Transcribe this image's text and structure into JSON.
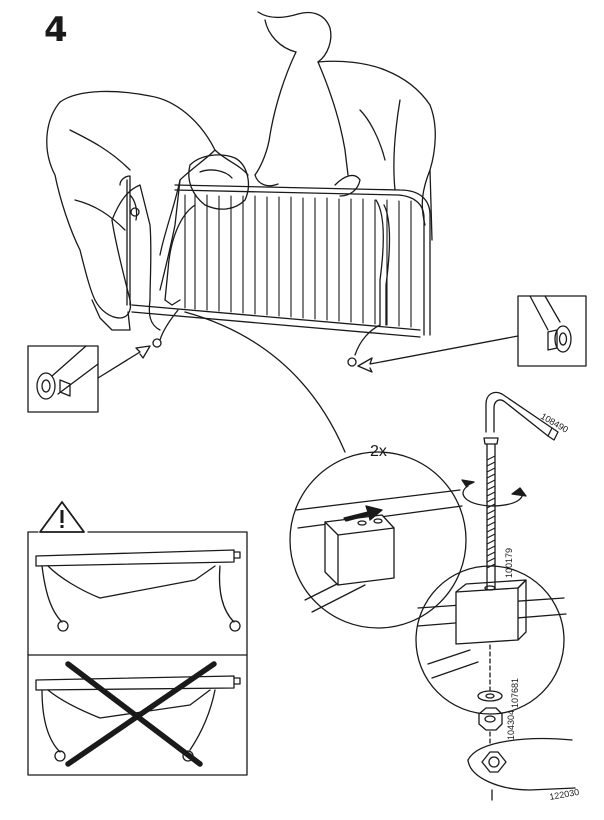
{
  "step": {
    "number": "4"
  },
  "callout": {
    "quantity": "2x"
  },
  "parts": {
    "allen_key": "108490",
    "bolt": "100179",
    "washer": "107681",
    "nut": "104304",
    "wheel": "122030"
  },
  "icons": {
    "warning": "warning-triangle-icon",
    "rotate": "rotate-clockwise-icon",
    "push": "push-arrow-icon"
  },
  "colors": {
    "ink": "#1a1a1a",
    "paper": "#ffffff"
  }
}
